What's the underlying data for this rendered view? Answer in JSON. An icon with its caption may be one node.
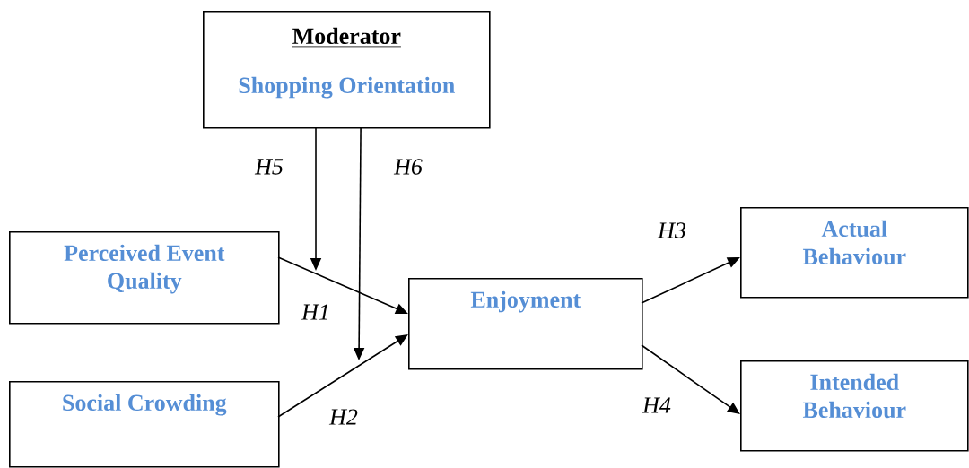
{
  "diagram": {
    "nodes": [
      {
        "text": [
          "Moderator",
          "Shopping Orientation"
        ]
      },
      {
        "text": [
          "Perceived Event Quality"
        ]
      },
      {
        "text": [
          "Social Crowding"
        ]
      },
      {
        "text": [
          "Enjoyment"
        ]
      },
      {
        "text": [
          "Actual Behaviour"
        ]
      },
      {
        "text": [
          "Intended Behaviour"
        ]
      }
    ],
    "edges": [
      {
        "from": 1,
        "to": 3,
        "arrow": "to",
        "label": "H1"
      },
      {
        "from": 2,
        "to": 3,
        "arrow": "to",
        "label": "H2"
      },
      {
        "from": 3,
        "to": 4,
        "arrow": "to",
        "label": "H3"
      },
      {
        "from": 3,
        "to": 5,
        "arrow": "to",
        "label": "H4"
      },
      {
        "from": 0,
        "to": null,
        "arrow": "to",
        "label": "H5"
      },
      {
        "from": 0,
        "to": null,
        "arrow": "to",
        "label": "H6"
      }
    ]
  }
}
